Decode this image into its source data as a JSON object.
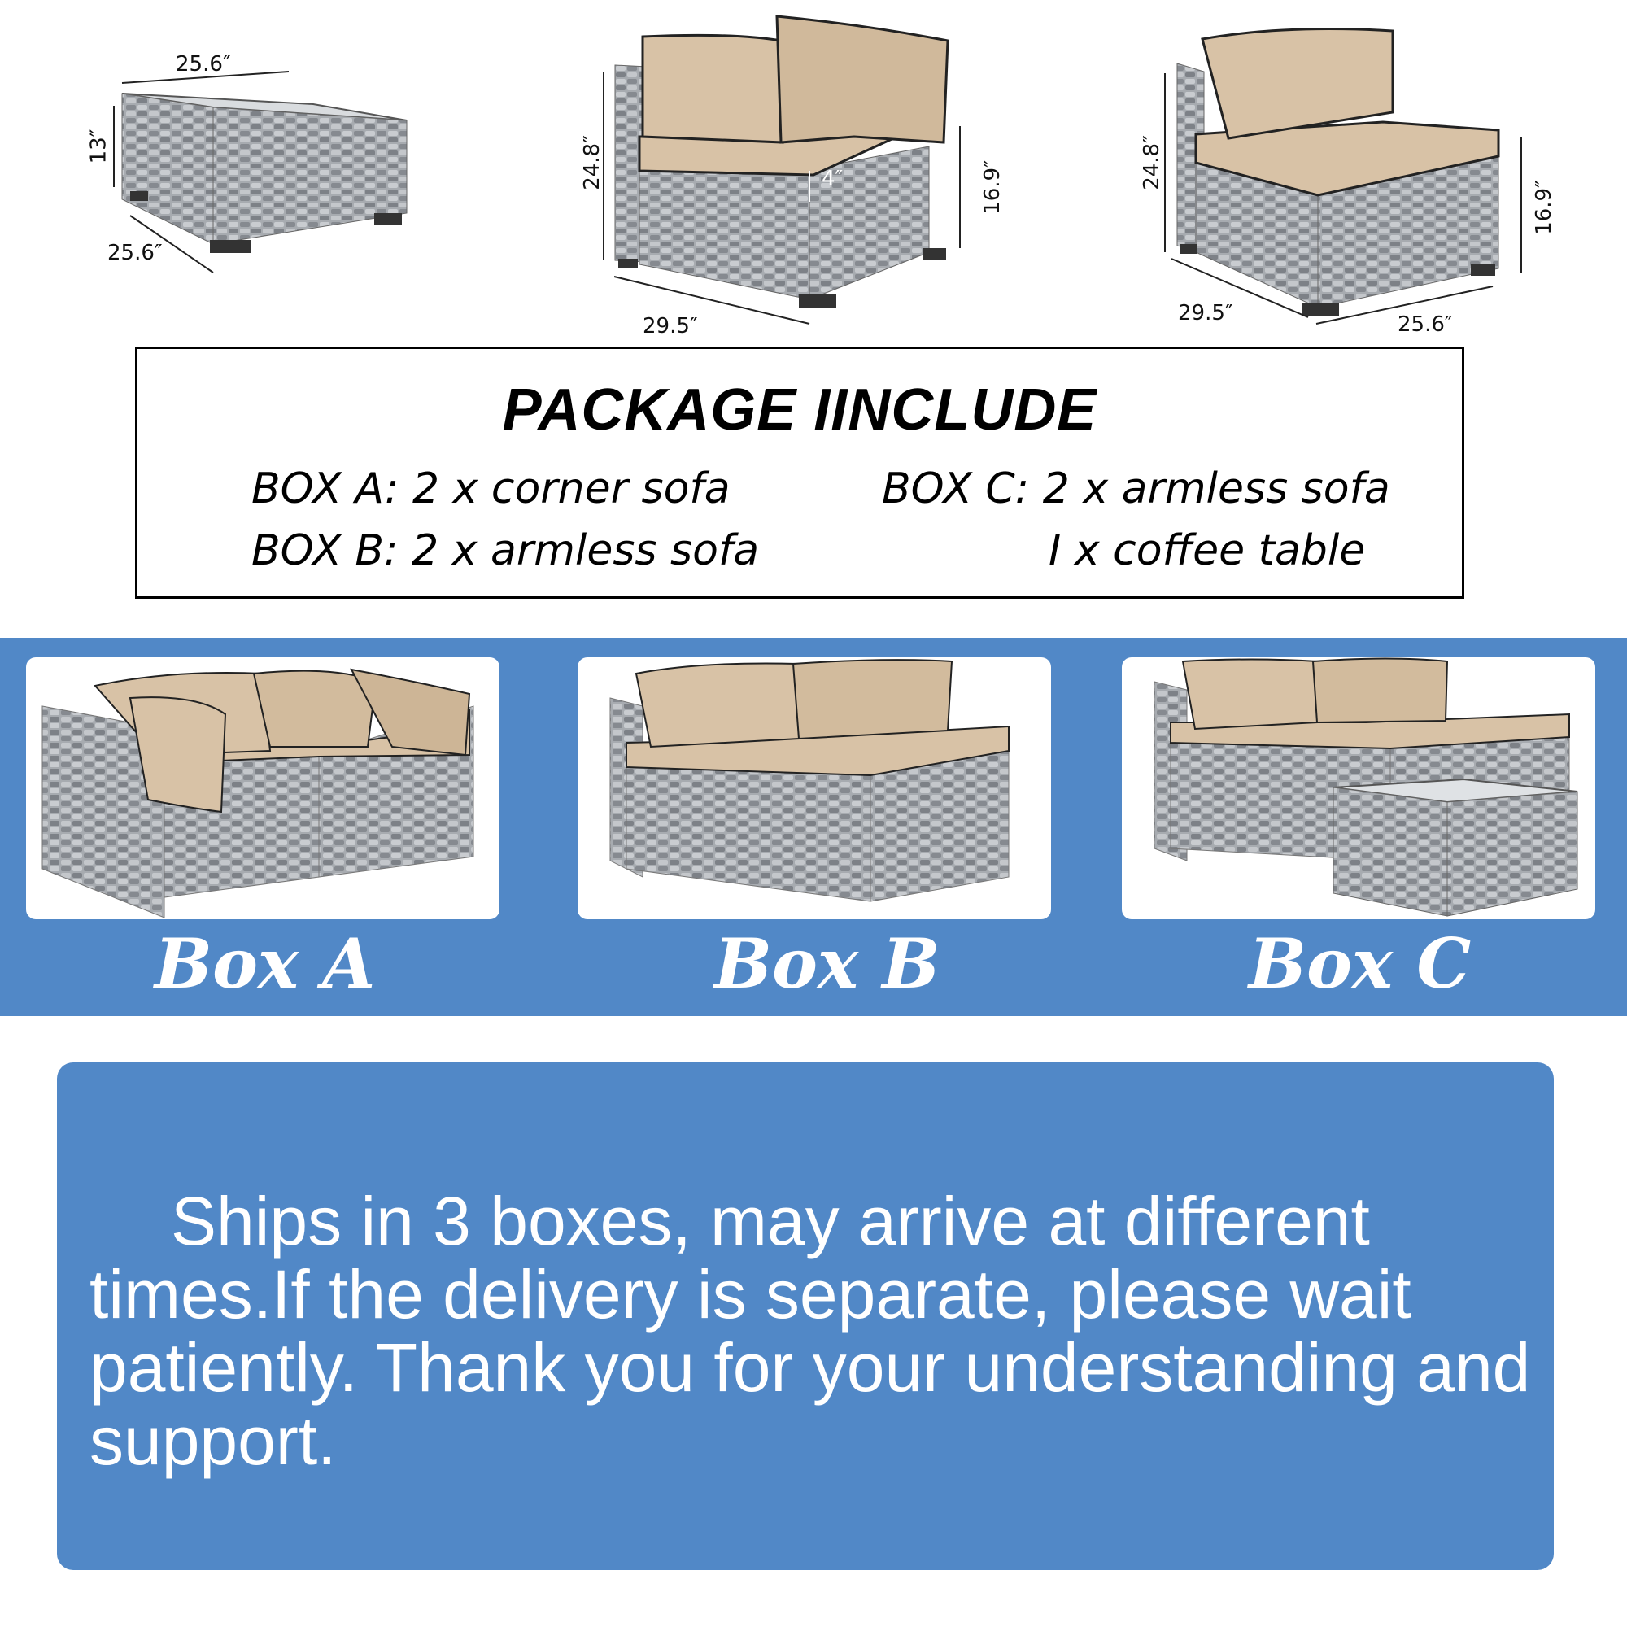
{
  "dimensions": {
    "table": {
      "width": "25.6″",
      "height": "13″",
      "depth": "25.6″"
    },
    "corner_sofa": {
      "height": "24.8″",
      "seat_height": "16.9″",
      "cushion": "4″",
      "width": "29.5″"
    },
    "armless_sofa": {
      "height": "24.8″",
      "seat_height": "16.9″",
      "depth": "29.5″",
      "width": "25.6″"
    }
  },
  "package": {
    "title": "PACKAGE IINCLUDE",
    "box_a": "BOX A: 2 x corner sofa",
    "box_b": "BOX B: 2 x armless sofa",
    "box_c": "BOX C: 2 x armless sofa",
    "box_c_extra": "I x coffee table"
  },
  "boxes": [
    {
      "label": "Box A"
    },
    {
      "label": "Box B"
    },
    {
      "label": "Box C"
    }
  ],
  "note": {
    "text": "Ships in 3 boxes, may arrive at different times.If the delivery is separate, please wait patiently. Thank you for your understanding and support."
  },
  "colors": {
    "band_blue": "#5188c7",
    "cushion_beige": "#d8c2a6",
    "wicker_gray": "#9a9ea3"
  }
}
